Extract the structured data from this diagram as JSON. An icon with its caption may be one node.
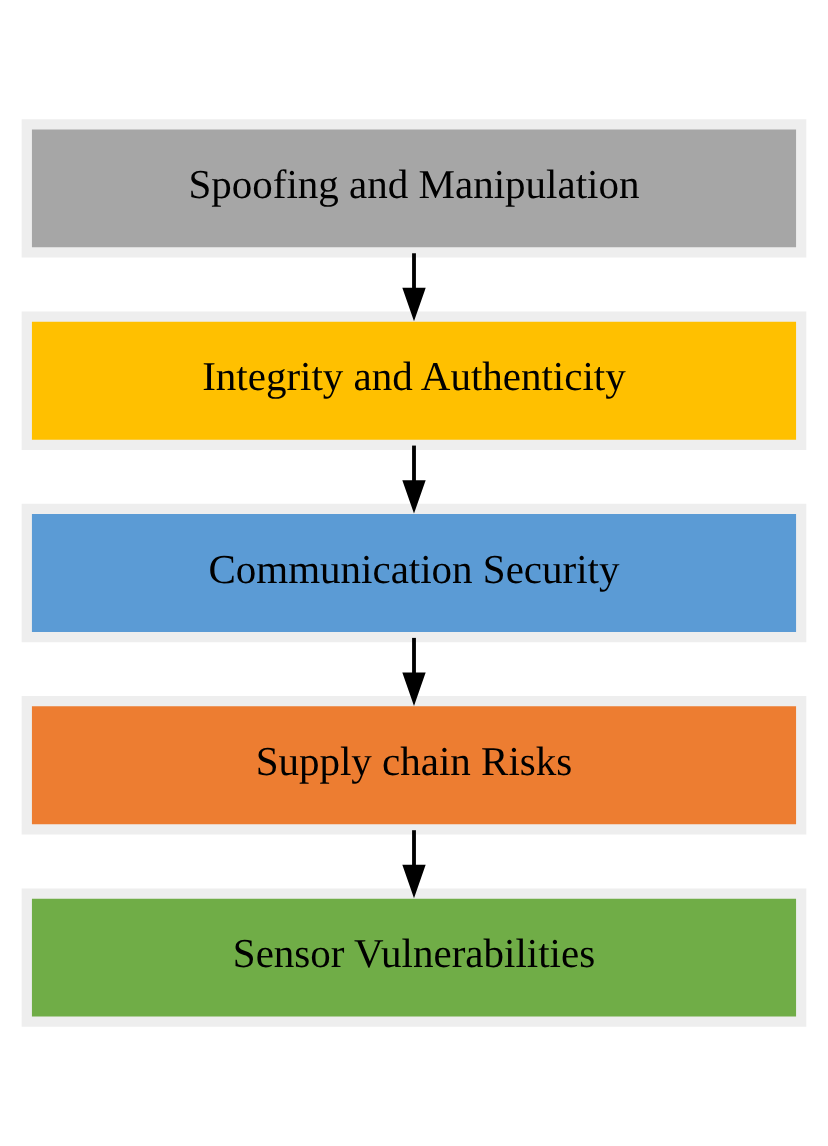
{
  "diagram": {
    "nodes": [
      {
        "text": [
          "Spoofing and Manipulation"
        ]
      },
      {
        "text": [
          "Integrity and Authenticity"
        ]
      },
      {
        "text": [
          "Communication Security"
        ]
      },
      {
        "text": [
          "Supply chain Risks"
        ]
      },
      {
        "text": [
          "Sensor Vulnerabilities"
        ]
      }
    ],
    "edges": [
      {
        "from": 0,
        "to": 1,
        "arrow": "to"
      },
      {
        "from": 1,
        "to": 2,
        "arrow": "to"
      },
      {
        "from": 2,
        "to": 3,
        "arrow": "to"
      },
      {
        "from": 3,
        "to": 4,
        "arrow": "to"
      }
    ]
  }
}
